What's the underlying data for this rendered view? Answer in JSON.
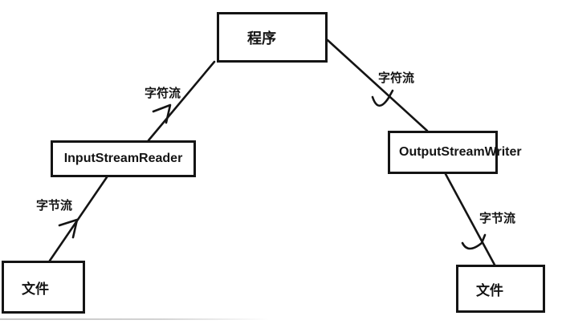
{
  "diagram": {
    "nodes": {
      "program": {
        "label": "程序"
      },
      "input_stream_reader": {
        "label": "InputStreamReader"
      },
      "output_stream_writer": {
        "label": "OutputStreamWriter"
      },
      "file_left": {
        "label": "文件"
      },
      "file_right": {
        "label": "文件"
      }
    },
    "edges": {
      "char_stream_left": {
        "label": "字符流",
        "from": "InputStreamReader",
        "to": "程序"
      },
      "char_stream_right": {
        "label": "字符流",
        "from": "程序",
        "to": "OutputStreamWriter"
      },
      "byte_stream_left": {
        "label": "字节流",
        "from": "文件",
        "to": "InputStreamReader"
      },
      "byte_stream_right": {
        "label": "字节流",
        "from": "OutputStreamWriter",
        "to": "文件"
      }
    },
    "colors": {
      "background": "#ffffff",
      "line": "#141414",
      "box_border": "#141414",
      "box_fill": "#ffffff",
      "text": "#141414"
    }
  }
}
